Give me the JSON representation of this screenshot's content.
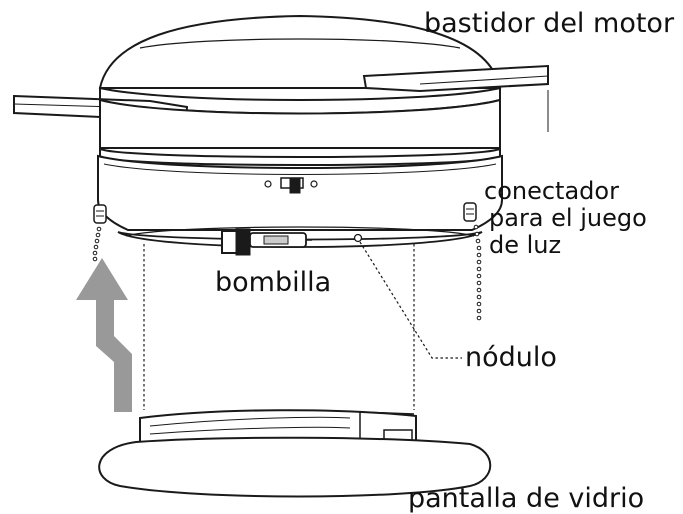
{
  "labels": {
    "motor_housing": "bastidor del motor",
    "light_kit_connector": [
      "conectador",
      "para el juego",
      "de luz"
    ],
    "bulb": "bombilla",
    "knob": "nódulo",
    "glass_shade": "pantalla de vidrio"
  },
  "colors": {
    "line": "#1a1a1a",
    "arrow": "#999999",
    "background": "#ffffff"
  }
}
